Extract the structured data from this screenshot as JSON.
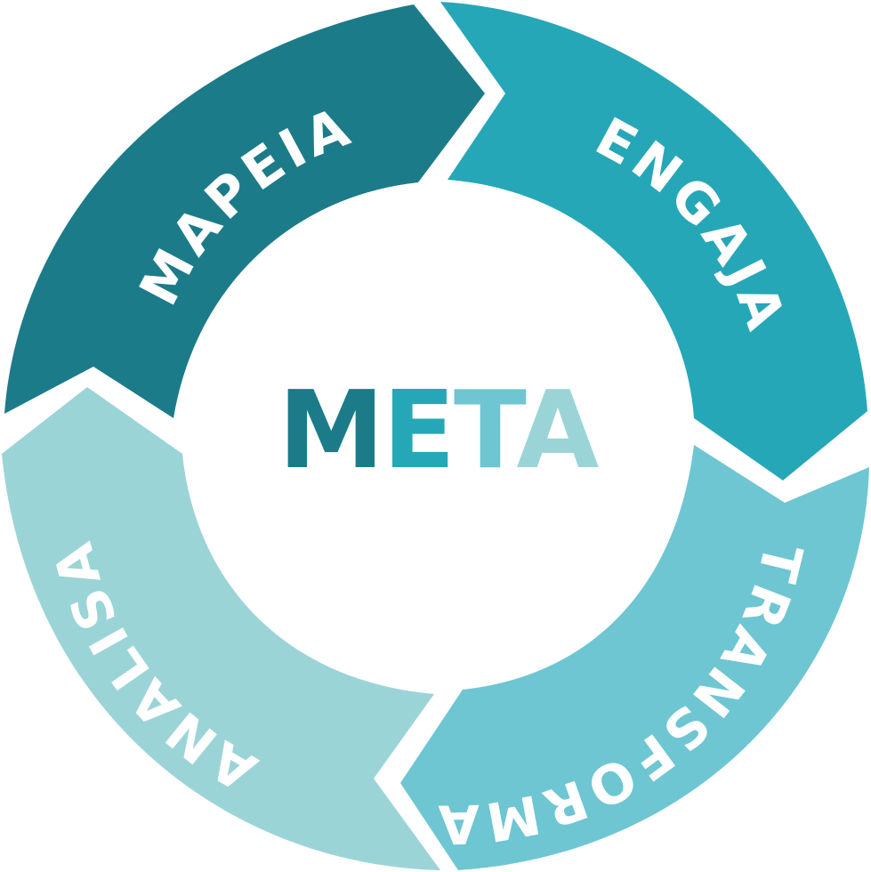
{
  "title_letters": [
    {
      "char": "M",
      "color": "#1c7b89"
    },
    {
      "char": "E",
      "color": "#26a7b7"
    },
    {
      "char": "T",
      "color": "#6ec6d2"
    },
    {
      "char": "A",
      "color": "#9bd4d7"
    }
  ],
  "segments": [
    {
      "id": "mapeia",
      "label": "MAPEIA",
      "color": "#1c7b89"
    },
    {
      "id": "engaja",
      "label": "ENGAJA",
      "color": "#26a7b7"
    },
    {
      "id": "transforma",
      "label": "TRANSFORMA",
      "color": "#6ec6d2"
    },
    {
      "id": "analisa",
      "label": "ANALISA",
      "color": "#9bd4d7"
    }
  ],
  "background": "#ffffff"
}
